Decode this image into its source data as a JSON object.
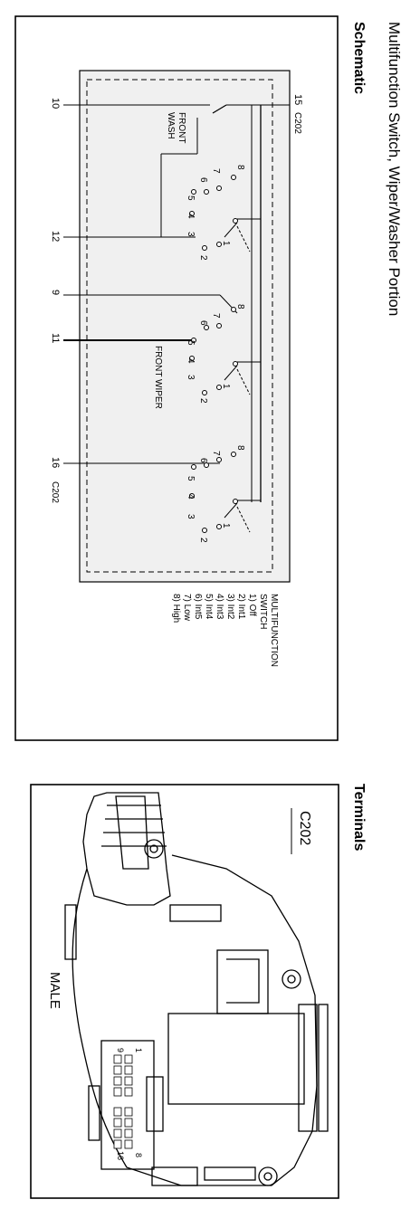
{
  "page_title": "Multifunction Switch, Wiper/Washer Portion",
  "schematic": {
    "heading": "Schematic",
    "connector_top": "C202",
    "connector_bottom": "C202",
    "pin_10": "10",
    "pin_12": "12",
    "pin_9": "9",
    "pin_11": "11",
    "pin_16": "16",
    "pin_15": "15",
    "front_wash_line1": "FRONT",
    "front_wash_line2": "WASH",
    "front_wiper": "FRONT WIPER",
    "position_numbers": [
      "1",
      "2",
      "3",
      "4",
      "5",
      "6",
      "7",
      "8"
    ]
  },
  "legend": {
    "title_line1": "MULTIFUNCTION",
    "title_line2": "SWITCH",
    "items": [
      "1) Off",
      "2) Int1",
      "3) Int2",
      "4) Int3",
      "5) Int4",
      "6) Int5",
      "7) Low",
      "8) High"
    ]
  },
  "terminals": {
    "heading": "Terminals",
    "connector": "C202",
    "gender": "MALE",
    "pin_1": "1",
    "pin_8": "8",
    "pin_9": "9",
    "pin_16": "16"
  }
}
